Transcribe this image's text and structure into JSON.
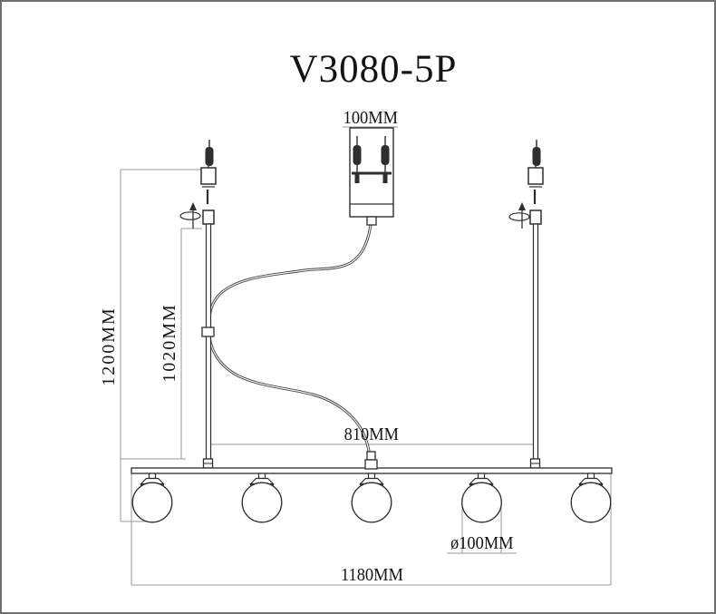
{
  "title": "V3080-5P",
  "drawing": {
    "type": "technical-dimension-drawing",
    "product_code": "V3080-5P",
    "lamp_count": 5,
    "labels": {
      "canopy_width": "100MM",
      "overall_height": "1200MM",
      "rod_length": "1020MM",
      "suspension_spacing": "810MM",
      "shade_diameter": "ø100MM",
      "frame_length": "1180MM"
    }
  },
  "colors": {
    "background": "#ffffff",
    "object_line": "#2e2e2e",
    "dimension_line": "#9a9a9a",
    "text": "#141414",
    "cable": "#454545",
    "frame_border": "#6f6f6f"
  }
}
